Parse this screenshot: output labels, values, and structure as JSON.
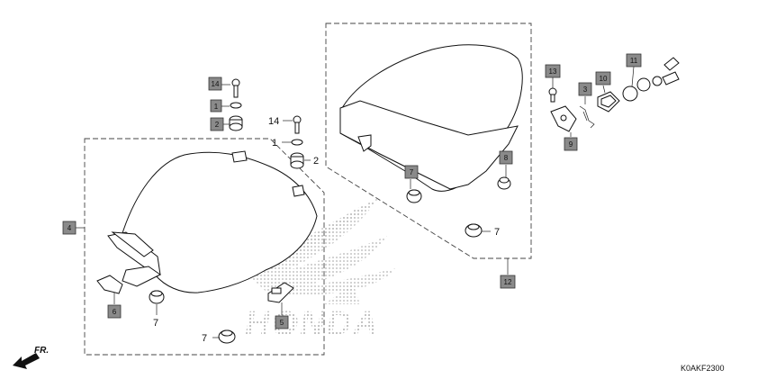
{
  "diagram": {
    "code": "K0AKF2300",
    "direction_label": "FR.",
    "brand_watermark": "HONDA",
    "boxed_labels": [
      "14",
      "1",
      "2",
      "4",
      "6",
      "5",
      "12",
      "7",
      "8",
      "13",
      "3",
      "10",
      "11",
      "9"
    ],
    "plain_labels": [
      "14",
      "1",
      "2",
      "7",
      "7",
      "7"
    ]
  },
  "colors": {
    "label_fill": "#8a8a8a",
    "line": "#111111",
    "watermark": "#b5b5b5"
  }
}
